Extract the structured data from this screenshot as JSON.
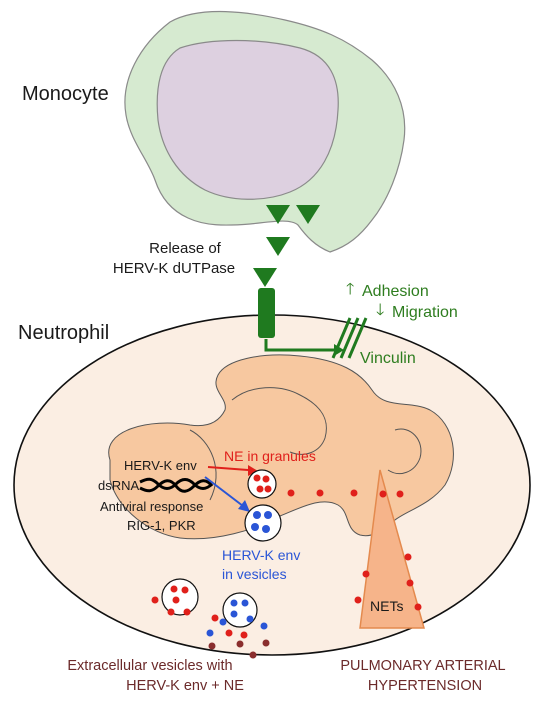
{
  "labels": {
    "monocyte": "Monocyte",
    "release_line1": "Release of",
    "release_line2": "HERV-K dUTPase",
    "neutrophil": "Neutrophil",
    "adhesion": "Adhesion",
    "migration": "Migration",
    "vinculin": "Vinculin",
    "herv_env": "HERV-K env",
    "dsrna": "dsRNA",
    "antiviral": "Antiviral response",
    "rig": "RIG-1, PKR",
    "ne_granules": "NE in granules",
    "vesicles_line1": "HERV-K env",
    "vesicles_line2": "in vesicles",
    "nets": "NETs",
    "ev_line1": "Extracellular vesicles with",
    "ev_line2": "HERV-K env + NE",
    "pah_line1": "PULMONARY ARTERIAL",
    "pah_line2": "HYPERTENSION"
  },
  "arrows": {
    "up": "🡑",
    "down": "🡓"
  },
  "colors": {
    "monocyte_fill": "#d6ead0",
    "monocyte_nucleus": "#ddd0e0",
    "neutrophil_fill": "#fbeee3",
    "nucleus_fill": "#f7c8a0",
    "green": "#1f7a1f",
    "red_dot": "#e0201b",
    "blue_dot": "#2a55d6",
    "brown_dot": "#8a2e2e"
  }
}
